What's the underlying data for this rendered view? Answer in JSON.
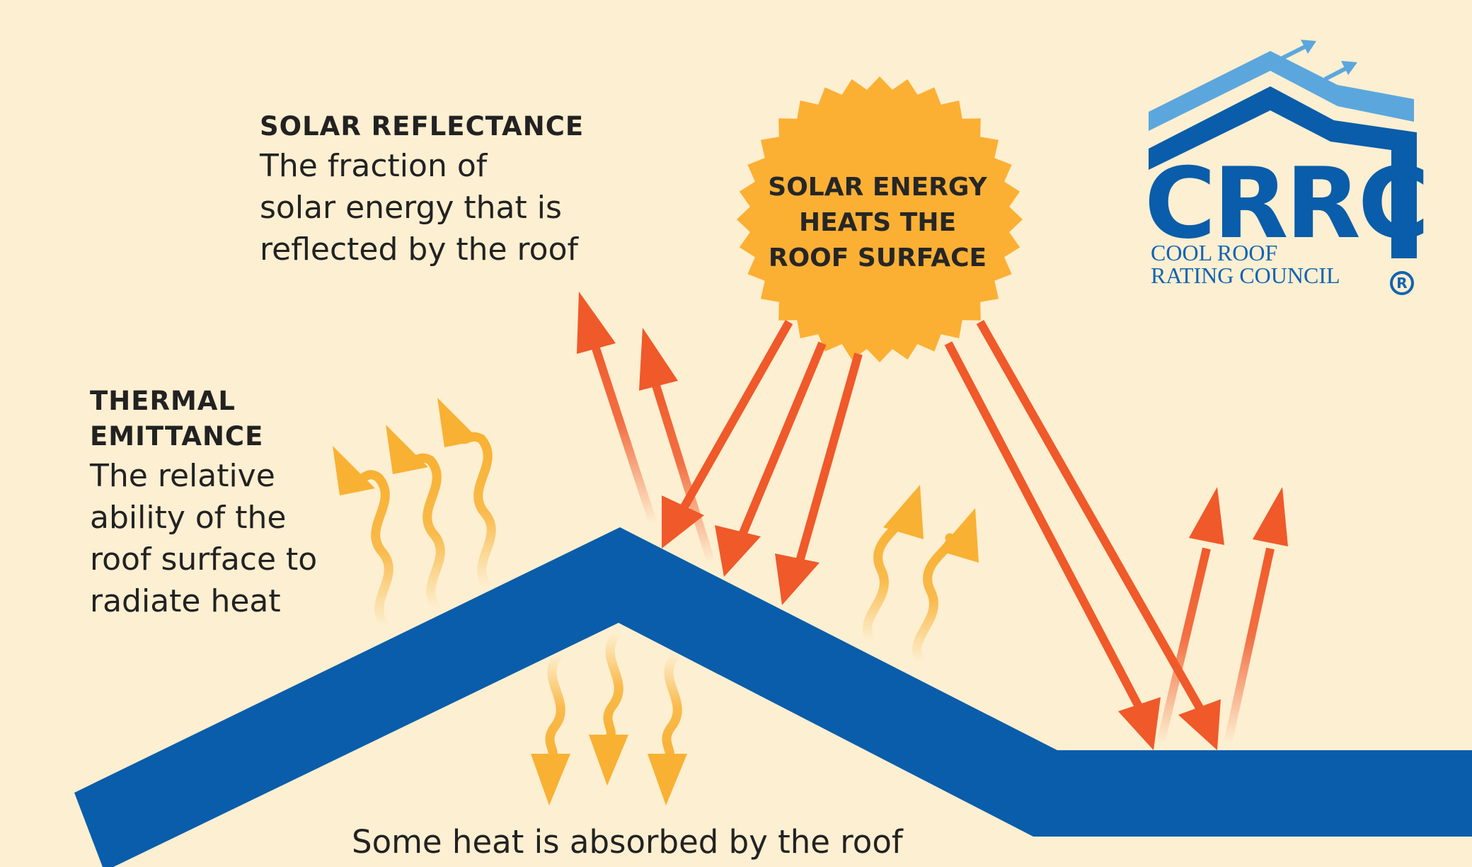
{
  "solar_reflectance": {
    "title": "SOLAR REFLECTANCE",
    "lines": [
      "The fraction of",
      "solar energy that is",
      "reflected by the roof"
    ]
  },
  "thermal_emittance": {
    "title_lines": [
      "THERMAL",
      "EMITTANCE"
    ],
    "lines": [
      "The relative",
      "ability of the",
      "roof surface to",
      "radiate heat"
    ]
  },
  "sun": {
    "lines": [
      "SOLAR ENERGY",
      "HEATS THE",
      "ROOF SURFACE"
    ]
  },
  "bottom_caption": "Some heat is absorbed by the roof",
  "logo": {
    "acronym": "CRRC",
    "line1": "COOL ROOF",
    "line2": "RATING COUNCIL",
    "registered": "R"
  },
  "icons": {
    "sun": "sun-icon",
    "solar_arrow": "incoming-solar-arrow-icon",
    "reflected_arrow": "reflected-arrow-icon",
    "heat_wave": "heat-wave-arrow-icon",
    "logo_house": "house-roof-logo-icon"
  },
  "colors": {
    "background": "#fdefd1",
    "roof": "#0a5daa",
    "sun": "#fbb034",
    "solar_arrow": "#f0592a",
    "heat_wave": "#f8b133",
    "logo_light": "#5ba7dd"
  }
}
